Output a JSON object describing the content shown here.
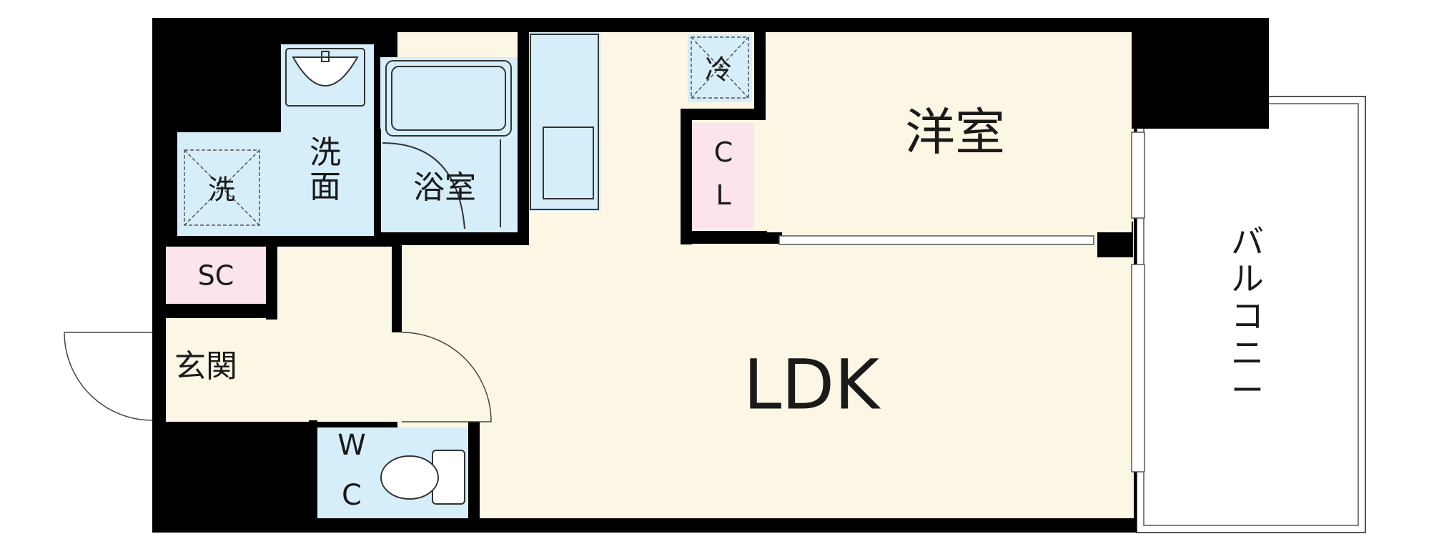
{
  "colors": {
    "wall": "#000000",
    "ldk_floor": "#fcf6e4",
    "water_area": "#d5eef9",
    "closet": "#fbe4ec",
    "balcony": "#ffffff"
  },
  "rooms": {
    "western_room": "洋室",
    "ldk": "LDK",
    "bathroom": "浴室",
    "washbasin": "洗面",
    "washer": "洗",
    "fridge": "冷",
    "closet": "CL",
    "shoe_closet": "SC",
    "entrance": "玄関",
    "toilet": "WC",
    "balcony": "バルコニー"
  }
}
